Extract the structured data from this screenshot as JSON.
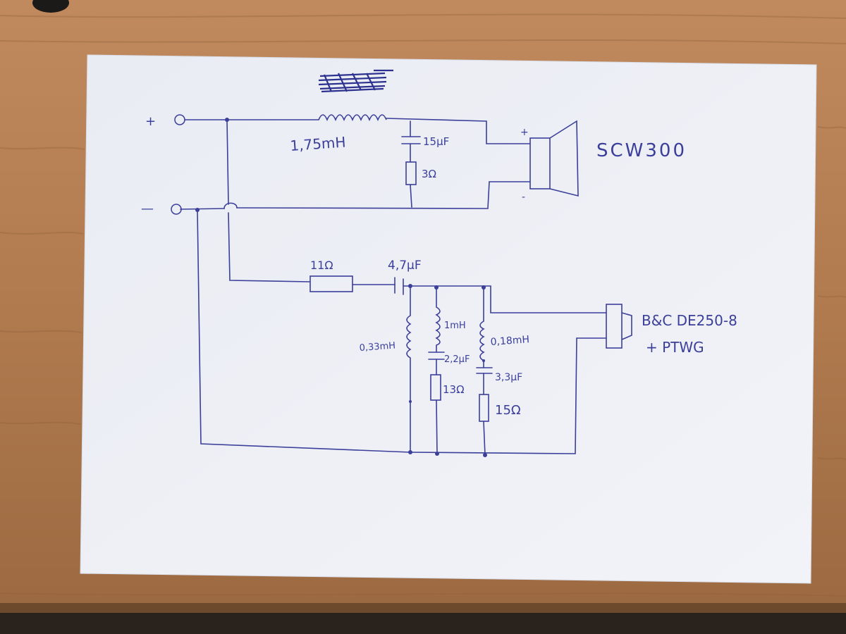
{
  "colors": {
    "ink": "#3b3f9a",
    "paper": "#eef0f6",
    "wood": "#b8845a",
    "wood_dark": "#8a5a34",
    "floor": "#2a221c"
  },
  "labels": {
    "plus_terminal": "+",
    "minus_terminal": "—",
    "woofer_inductor": "1,75mH",
    "woofer_cap": "15μF",
    "woofer_res": "3Ω",
    "woofer_name": "SCW300",
    "woofer_plus": "+",
    "woofer_minus": "-",
    "tweeter_res": "11Ω",
    "tweeter_cap": "4,7μF",
    "shunt_ind_1": "0,33mH",
    "shunt_ind_2": "1mH",
    "shunt_cap_2": "2,2μF",
    "shunt_res_2": "13Ω",
    "shunt_ind_3": "0,18mH",
    "shunt_cap_3": "3,3μF",
    "shunt_res_3": "15Ω",
    "tweeter_name_1": "B&C DE250-8",
    "tweeter_name_2": "+ PTWG"
  }
}
